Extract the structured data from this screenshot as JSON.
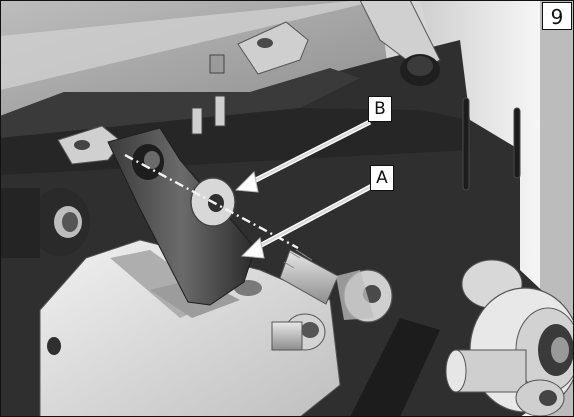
{
  "step_number": "9",
  "callouts": {
    "a": "A",
    "b": "B"
  },
  "colors": {
    "frame_dark": "#2c2c2c",
    "panel_light": "#d7d7d7",
    "arrow_light": "#e8e8e8"
  }
}
